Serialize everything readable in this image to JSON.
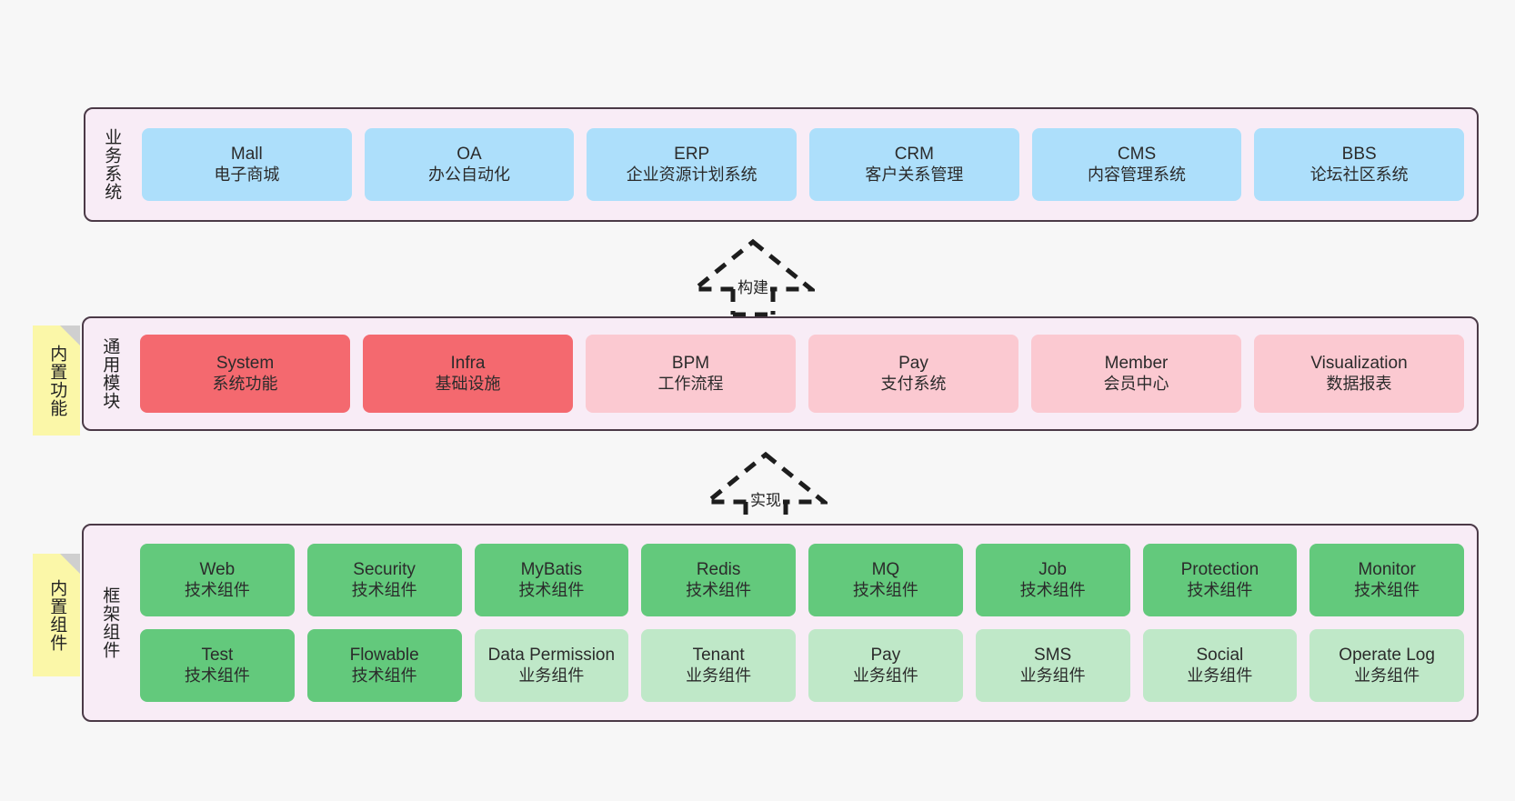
{
  "diagram": {
    "title_present": false,
    "background": "#f7f7f7",
    "panel_bg": "#f8ecf6",
    "panel_border": "#4b3a47"
  },
  "layers": [
    {
      "id": "business-system",
      "title": "业务系统",
      "note": null,
      "color": "#addffb",
      "rows": [
        [
          {
            "name": "Mall",
            "desc": "电子商城",
            "color": "#addffb"
          },
          {
            "name": "OA",
            "desc": "办公自动化",
            "color": "#addffb"
          },
          {
            "name": "ERP",
            "desc": "企业资源计划系统",
            "color": "#addffb"
          },
          {
            "name": "CRM",
            "desc": "客户关系管理",
            "color": "#addffb"
          },
          {
            "name": "CMS",
            "desc": "内容管理系统",
            "color": "#addffb"
          },
          {
            "name": "BBS",
            "desc": "论坛社区系统",
            "color": "#addffb"
          }
        ]
      ]
    },
    {
      "id": "common-module",
      "title": "通用模块",
      "note": "内置功能",
      "rows": [
        [
          {
            "name": "System",
            "desc": "系统功能",
            "color": "#f4696f"
          },
          {
            "name": "Infra",
            "desc": "基础设施",
            "color": "#f4696f"
          },
          {
            "name": "BPM",
            "desc": "工作流程",
            "color": "#fbc9d1"
          },
          {
            "name": "Pay",
            "desc": "支付系统",
            "color": "#fbc9d1"
          },
          {
            "name": "Member",
            "desc": "会员中心",
            "color": "#fbc9d1"
          },
          {
            "name": "Visualization",
            "desc": "数据报表",
            "color": "#fbc9d1"
          }
        ]
      ]
    },
    {
      "id": "framework-component",
      "title": "框架组件",
      "note": "内置组件",
      "rows": [
        [
          {
            "name": "Web",
            "desc": "技术组件",
            "color": "#63c97c"
          },
          {
            "name": "Security",
            "desc": "技术组件",
            "color": "#63c97c"
          },
          {
            "name": "MyBatis",
            "desc": "技术组件",
            "color": "#63c97c"
          },
          {
            "name": "Redis",
            "desc": "技术组件",
            "color": "#63c97c"
          },
          {
            "name": "MQ",
            "desc": "技术组件",
            "color": "#63c97c"
          },
          {
            "name": "Job",
            "desc": "技术组件",
            "color": "#63c97c"
          },
          {
            "name": "Protection",
            "desc": "技术组件",
            "color": "#63c97c"
          },
          {
            "name": "Monitor",
            "desc": "技术组件",
            "color": "#63c97c"
          }
        ],
        [
          {
            "name": "Test",
            "desc": "技术组件",
            "color": "#63c97c"
          },
          {
            "name": "Flowable",
            "desc": "技术组件",
            "color": "#63c97c"
          },
          {
            "name": "Data Permission",
            "desc": "业务组件",
            "color": "#bfe8c8"
          },
          {
            "name": "Tenant",
            "desc": "业务组件",
            "color": "#bfe8c8"
          },
          {
            "name": "Pay",
            "desc": "业务组件",
            "color": "#bfe8c8"
          },
          {
            "name": "SMS",
            "desc": "业务组件",
            "color": "#bfe8c8"
          },
          {
            "name": "Social",
            "desc": "业务组件",
            "color": "#bfe8c8"
          },
          {
            "name": "Operate Log",
            "desc": "业务组件",
            "color": "#bfe8c8"
          }
        ]
      ]
    }
  ],
  "connectors": [
    {
      "id": "build",
      "label": "构建",
      "style": "dashed-hollow-triangle-up"
    },
    {
      "id": "implement",
      "label": "实现",
      "style": "dashed-hollow-triangle-up"
    }
  ]
}
